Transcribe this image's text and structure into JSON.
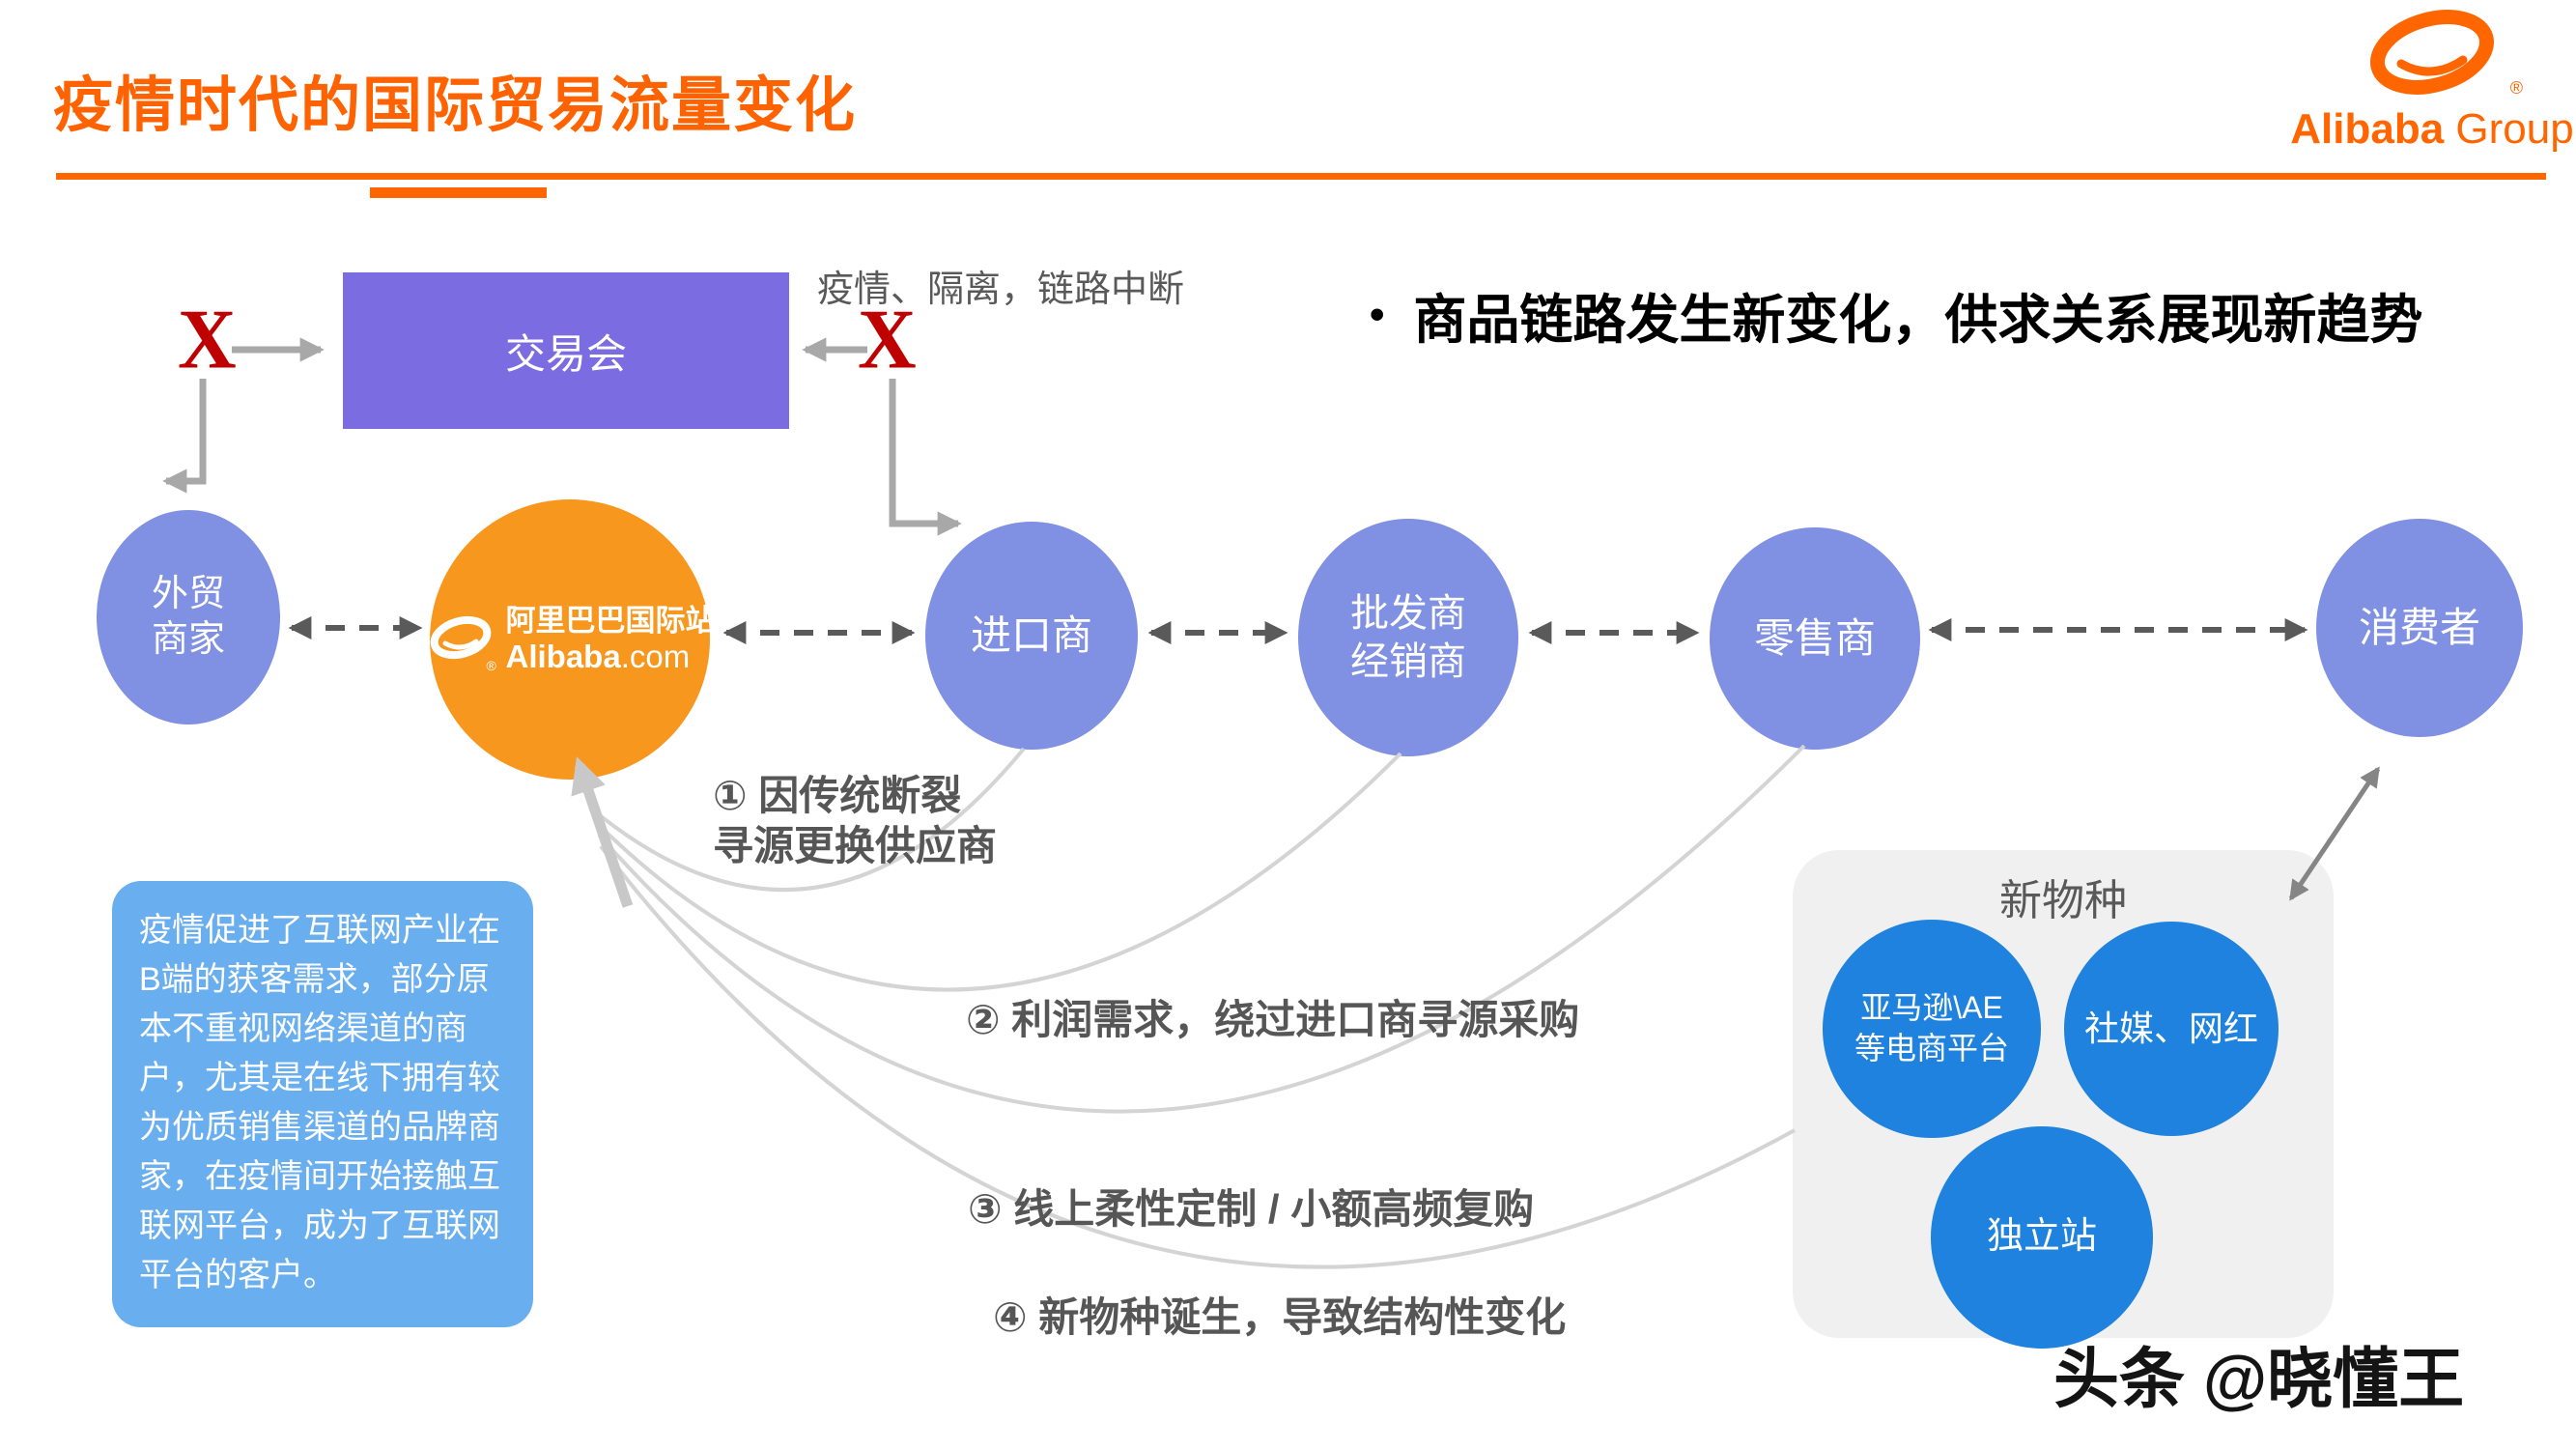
{
  "slide": {
    "title": "疫情时代的国际贸易流量变化",
    "watermark": "头条 @晓懂王"
  },
  "logo": {
    "brand_bold": "Alibaba",
    "brand_regular": "Group",
    "registered": "®"
  },
  "top_diagram": {
    "fair_label": "交易会",
    "broken_note": "疫情、隔离，链路中断",
    "x_mark": "X",
    "bullet_char": "•",
    "key_point": "商品链路发生新变化，供求关系展现新趋势"
  },
  "chain": {
    "foreign_trade_line1": "外贸",
    "foreign_trade_line2": "商家",
    "alibaba_cn": "阿里巴巴国际站",
    "alibaba_en_bold": "Alibaba",
    "alibaba_en_suffix": ".com",
    "alibaba_registered": "®",
    "importer": "进口商",
    "wholesaler_line1": "批发商",
    "wholesaler_line2": "经销商",
    "retailer": "零售商",
    "consumer": "消费者"
  },
  "annotations": {
    "a1_line1": "① 因传统断裂",
    "a1_line2": "寻源更换供应商",
    "a2": "② 利润需求，绕过进口商寻源采购",
    "a3": "③ 线上柔性定制 / 小额高频复购",
    "a4": "④ 新物种诞生，导致结构性变化"
  },
  "note_box": {
    "text": "疫情促进了互联网产业在B端的获客需求，部分原本不重视网络渠道的商户，尤其是在线下拥有较为优质销售渠道的品牌商家，在疫情间开始接触互联网平台，成为了互联网平台的客户。"
  },
  "new_species": {
    "title": "新物种",
    "circle1_line1": "亚马逊\\AE",
    "circle1_line2": "等电商平台",
    "circle2": "社媒、网红",
    "circle3": "独立站"
  },
  "colors": {
    "brand_orange": "#ff6600",
    "title_orange": "#ff6200",
    "circle_orange": "#f7971e",
    "periwinkle": "#8090e2",
    "violet_box": "#7b6ce1",
    "sky_note_box": "#69aeee",
    "azure_circles": "#1e82de",
    "species_box_gray": "#f0f0f0",
    "x_red": "#be0000",
    "text_gray": "#595959",
    "arc_gray": "#d4d4d4",
    "arrow_gray": "#a8a8a8",
    "dash_gray": "#5a5a5a"
  }
}
